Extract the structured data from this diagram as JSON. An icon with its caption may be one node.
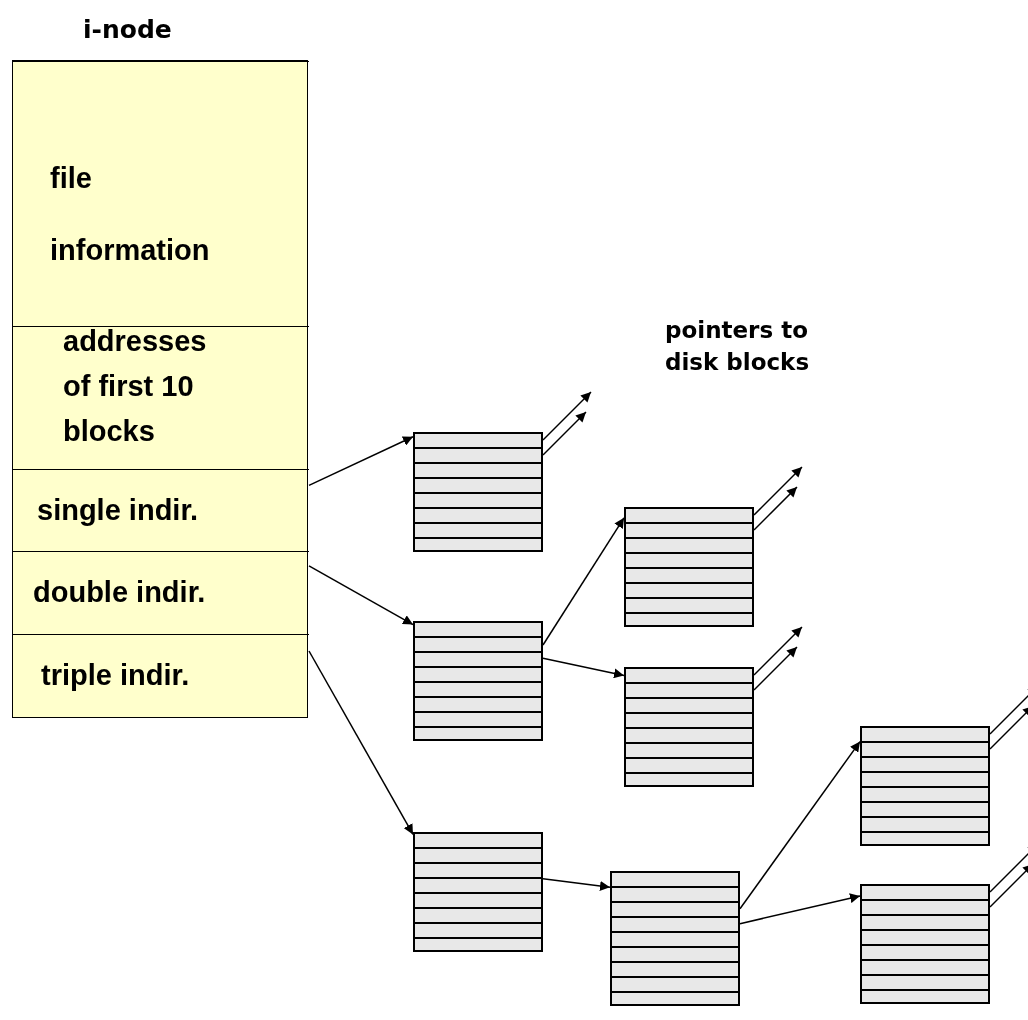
{
  "diagram": {
    "nodes": [
      {
        "text": [
          "i-node"
        ]
      },
      {
        "text": [
          "file information"
        ],
        "in": 0
      },
      {
        "text": [
          "addresses of first 10 blocks"
        ],
        "in": 0
      },
      {
        "text": [
          "single indir."
        ],
        "in": 0
      },
      {
        "text": [
          "double indir."
        ],
        "in": 0
      },
      {
        "text": [
          "triple indir."
        ],
        "in": 0
      },
      {
        "text": [],
        "shape": "box"
      },
      {
        "text": [],
        "shape": "box"
      },
      {
        "text": [],
        "shape": "box"
      },
      {
        "text": [],
        "shape": "box"
      },
      {
        "text": [],
        "shape": "box"
      },
      {
        "text": [],
        "shape": "box"
      },
      {
        "text": [],
        "shape": "box"
      },
      {
        "text": [],
        "shape": "box"
      }
    ],
    "edges": [
      {
        "from": 3,
        "to": 6,
        "arrow": "to"
      },
      {
        "from": 4,
        "to": 7,
        "arrow": "to"
      },
      {
        "from": 5,
        "to": 10,
        "arrow": "to"
      },
      {
        "from": 7,
        "to": 8,
        "arrow": "to"
      },
      {
        "from": 7,
        "to": 9,
        "arrow": "to"
      },
      {
        "from": 10,
        "to": 11,
        "arrow": "to"
      },
      {
        "from": 11,
        "to": 12,
        "arrow": "to"
      },
      {
        "from": 11,
        "to": 13,
        "arrow": "to"
      },
      {
        "from": 6,
        "to": null,
        "arrow": "to"
      },
      {
        "from": 6,
        "to": null,
        "arrow": "to"
      },
      {
        "from": 8,
        "to": null,
        "arrow": "to"
      },
      {
        "from": 8,
        "to": null,
        "arrow": "to"
      },
      {
        "from": 9,
        "to": null,
        "arrow": "to"
      },
      {
        "from": 9,
        "to": null,
        "arrow": "to"
      },
      {
        "from": 12,
        "to": null,
        "arrow": "to"
      },
      {
        "from": 12,
        "to": null,
        "arrow": "to"
      },
      {
        "from": 13,
        "to": null,
        "arrow": "to"
      },
      {
        "from": 13,
        "to": null,
        "arrow": "to"
      }
    ],
    "labels": [
      "pointers to disk blocks"
    ]
  }
}
